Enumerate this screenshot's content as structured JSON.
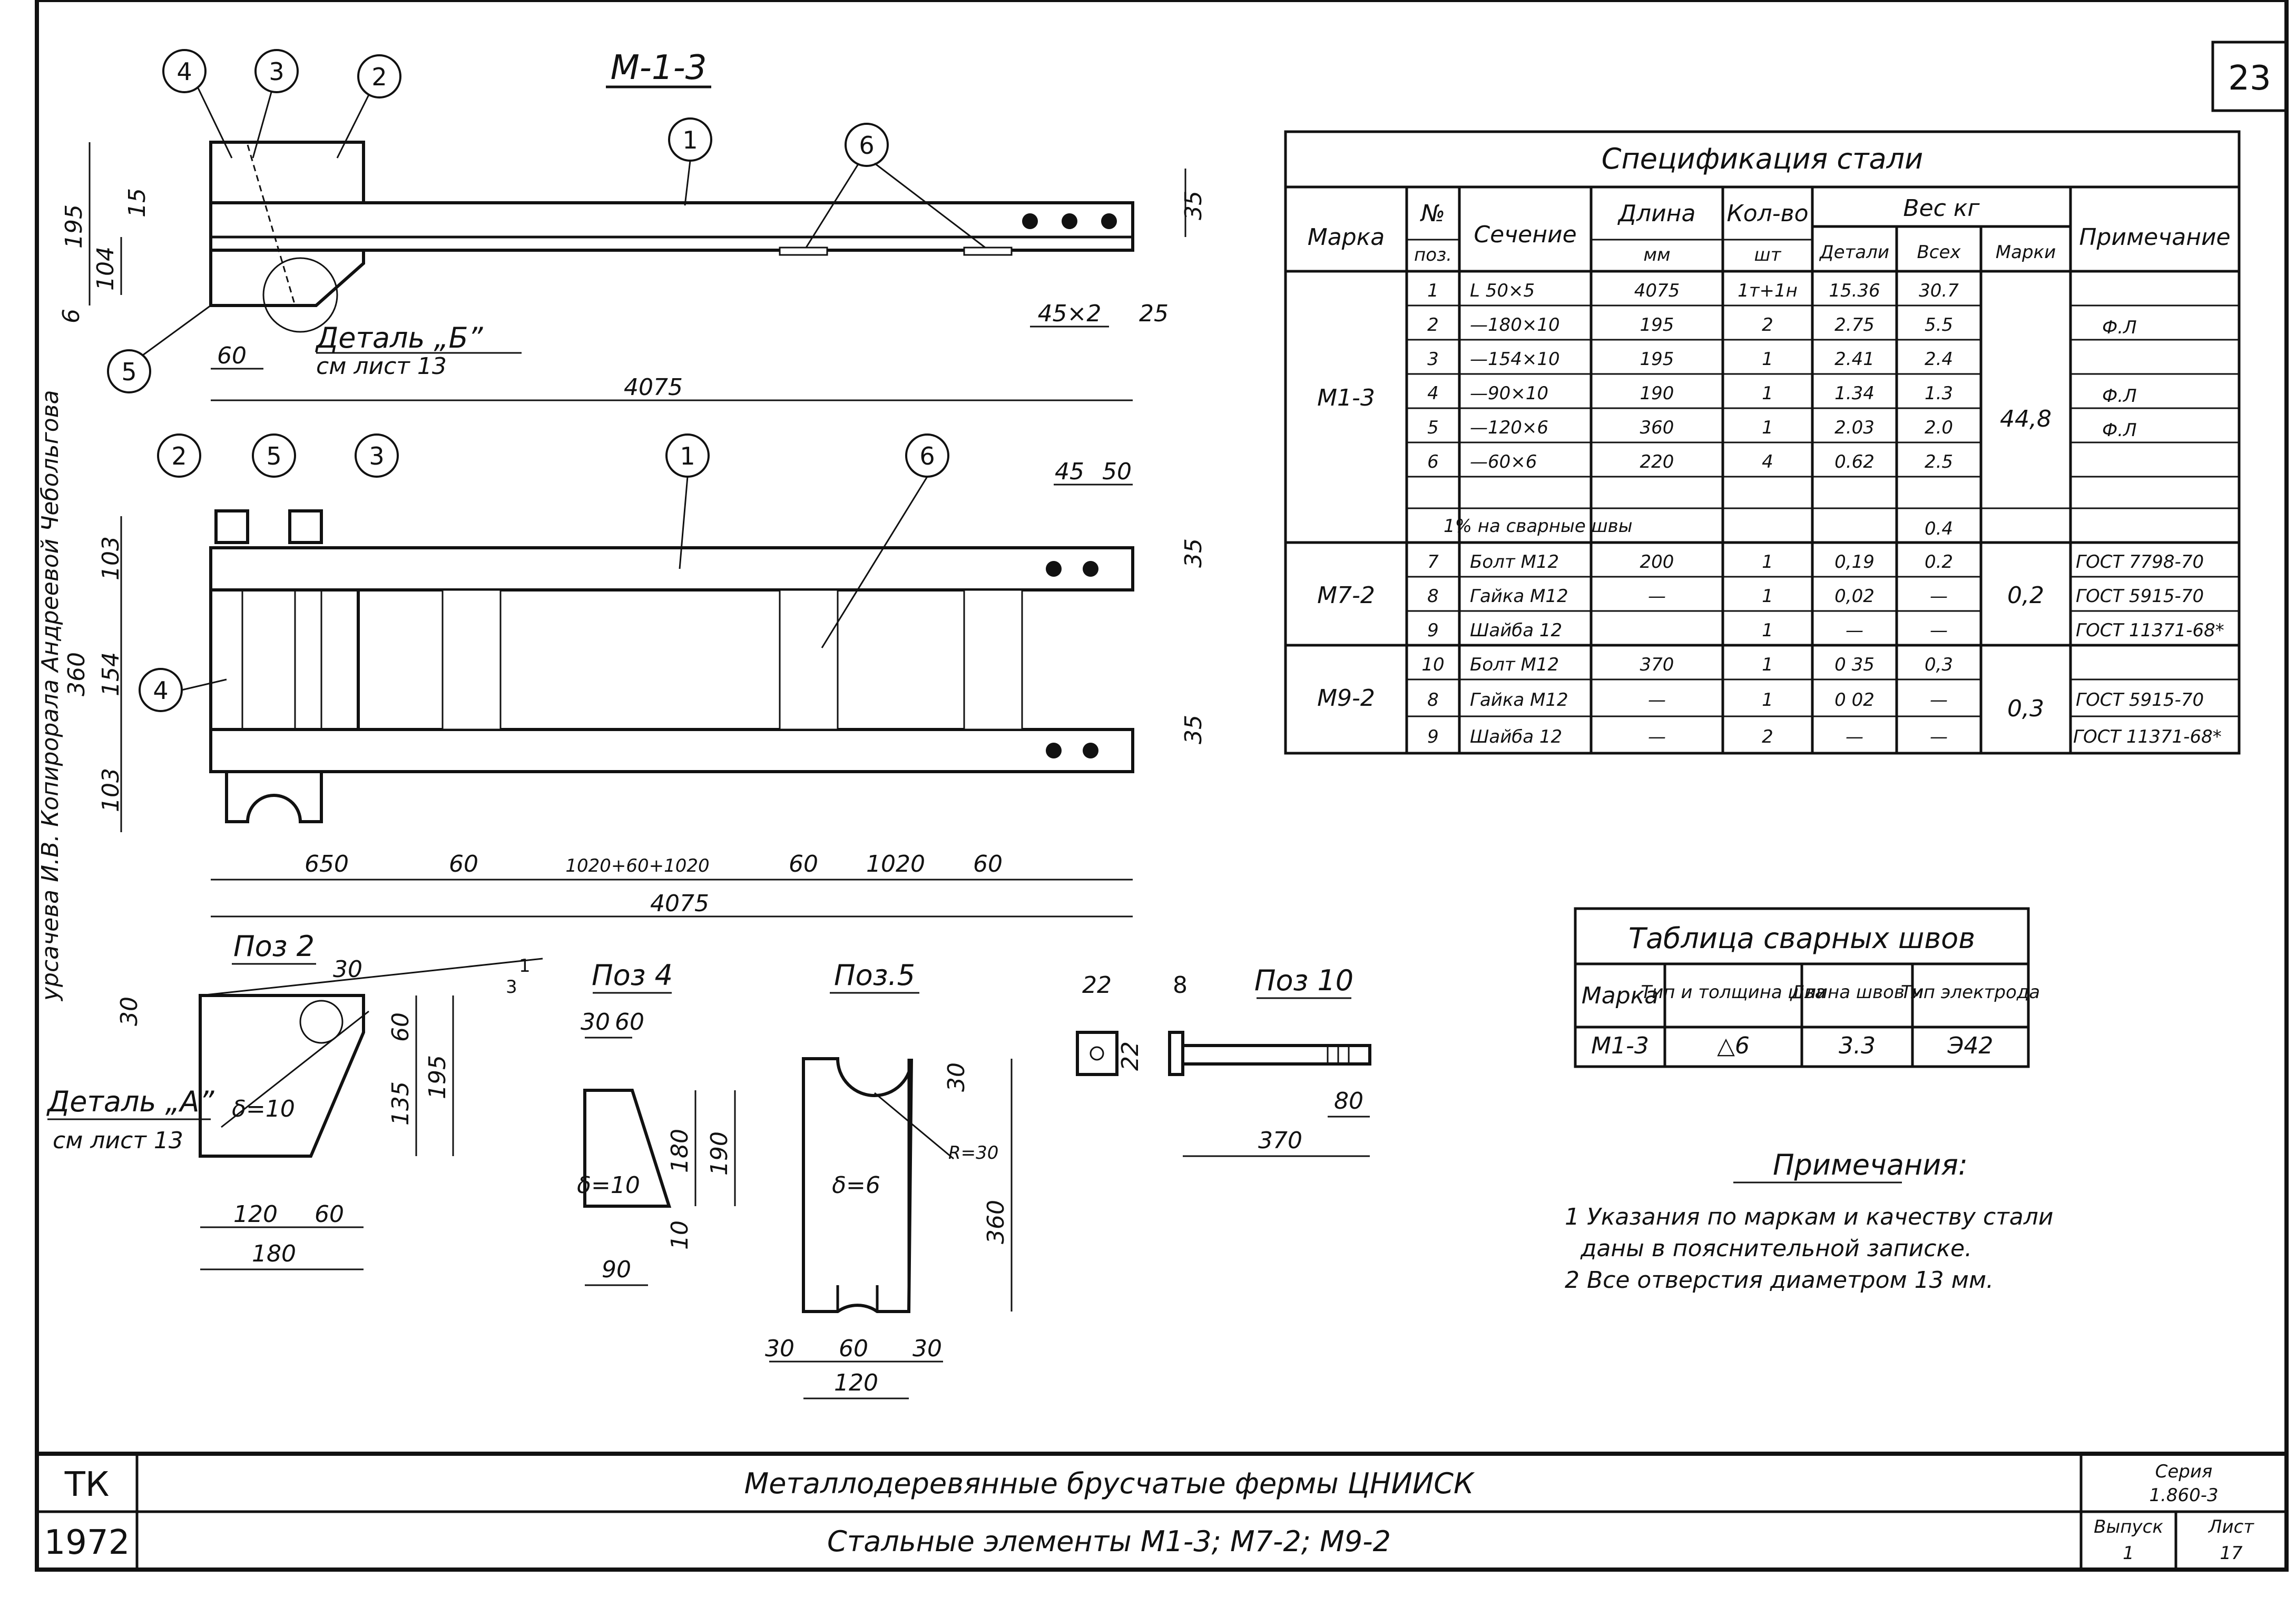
{
  "sheet_number": "23",
  "left_margin_text": "урсачева И.В. Копирорала  Андреевой  Чебольгова",
  "views": {
    "main_title": "М-1-3",
    "detail_b": "Деталь „Б”",
    "detail_b_ref": "см лист 13",
    "detail_a": "Деталь „А”",
    "detail_a_ref": "см лист 13",
    "poz2": "Поз 2",
    "poz4": "Поз 4",
    "poz5": "Поз.5",
    "poz10": "Поз 10"
  },
  "callouts": [
    "1",
    "2",
    "3",
    "4",
    "5",
    "6"
  ],
  "dims": {
    "top_195": "195",
    "top_15": "15",
    "top_104": "104",
    "top_6": "6",
    "top_60": "60",
    "top_4075": "4075",
    "top_35": "35",
    "top_45x2": "45×2",
    "top_25": "25",
    "plan_45": "45",
    "plan_50": "50",
    "plan_103a": "103",
    "plan_154": "154",
    "plan_103b": "103",
    "plan_360": "360",
    "plan_35a": "35",
    "plan_35b": "35",
    "plan_650": "650",
    "plan_60a": "60",
    "plan_1020mid": "1020+60+1020",
    "plan_60b": "60",
    "plan_1020": "1020",
    "plan_60c": "60",
    "plan_4075": "4075",
    "p2_30a": "30",
    "p2_30b": "30",
    "p2_slope_1": "1",
    "p2_slope_3": "3",
    "p2_60": "60",
    "p2_135": "135",
    "p2_195": "195",
    "p2_t": "δ=10",
    "p2_120": "120",
    "p2_60b": "60",
    "p2_180": "180",
    "p4_30": "30",
    "p4_60": "60",
    "p4_180": "180",
    "p4_190": "190",
    "p4_10": "10",
    "p4_t": "δ=10",
    "p4_90": "90",
    "p5_30": "30",
    "p5_r": "R=30",
    "p5_t": "δ=6",
    "p5_360": "360",
    "p5_30a": "30",
    "p5_60": "60",
    "p5_30b": "30",
    "p5_120": "120",
    "p10_22a": "22",
    "p10_22b": "22",
    "p10_8": "8",
    "p10_80": "80",
    "p10_370": "370"
  },
  "spec_table": {
    "title": "Спецификация стали",
    "headers": {
      "mark": "Марка",
      "pos_no": "№",
      "pos_sub": "поз.",
      "section": "Сечение",
      "length": "Длина",
      "length_unit": "мм",
      "qty": "Кол-во",
      "qty_unit": "шт",
      "weight": "Вес кг",
      "w_detail": "Детали",
      "w_all": "Всех",
      "w_mark": "Марки",
      "note": "Примечание"
    },
    "groups": [
      {
        "mark": "М1-3",
        "mark_weight": "44,8",
        "rows": [
          {
            "pos": "1",
            "section": "L 50×5",
            "length": "4075",
            "qty": "1т+1н",
            "w_detail": "15.36",
            "w_all": "30.7",
            "note": ""
          },
          {
            "pos": "2",
            "section": "—180×10",
            "length": "195",
            "qty": "2",
            "w_detail": "2.75",
            "w_all": "5.5",
            "note": "Ф.Л"
          },
          {
            "pos": "3",
            "section": "—154×10",
            "length": "195",
            "qty": "1",
            "w_detail": "2.41",
            "w_all": "2.4",
            "note": ""
          },
          {
            "pos": "4",
            "section": "—90×10",
            "length": "190",
            "qty": "1",
            "w_detail": "1.34",
            "w_all": "1.3",
            "note": "Ф.Л"
          },
          {
            "pos": "5",
            "section": "—120×6",
            "length": "360",
            "qty": "1",
            "w_detail": "2.03",
            "w_all": "2.0",
            "note": "Ф.Л"
          },
          {
            "pos": "6",
            "section": "—60×6",
            "length": "220",
            "qty": "4",
            "w_detail": "0.62",
            "w_all": "2.5",
            "note": ""
          },
          {
            "pos": "",
            "section": "",
            "length": "",
            "qty": "",
            "w_detail": "",
            "w_all": "",
            "note": ""
          }
        ],
        "welds_label": "1% на сварные швы",
        "welds_weight": "0.4"
      },
      {
        "mark": "М7-2",
        "mark_weight": "0,2",
        "rows": [
          {
            "pos": "7",
            "section": "Болт М12",
            "length": "200",
            "qty": "1",
            "w_detail": "0,19",
            "w_all": "0.2",
            "note": "ГОСТ 7798-70"
          },
          {
            "pos": "8",
            "section": "Гайка М12",
            "length": "—",
            "qty": "1",
            "w_detail": "0,02",
            "w_all": "—",
            "note": "ГОСТ 5915-70"
          },
          {
            "pos": "9",
            "section": "Шайба 12",
            "length": "",
            "qty": "1",
            "w_detail": "—",
            "w_all": "—",
            "note": "ГОСТ 11371-68*"
          }
        ]
      },
      {
        "mark": "М9-2",
        "mark_weight": "0,3",
        "rows": [
          {
            "pos": "10",
            "section": "Болт М12",
            "length": "370",
            "qty": "1",
            "w_detail": "0 35",
            "w_all": "0,3",
            "note": ""
          },
          {
            "pos": "8",
            "section": "Гайка М12",
            "length": "—",
            "qty": "1",
            "w_detail": "0 02",
            "w_all": "—",
            "note": "ГОСТ 5915-70"
          },
          {
            "pos": "9",
            "section": "Шайба 12",
            "length": "—",
            "qty": "2",
            "w_detail": "—",
            "w_all": "—",
            "note": "ГОСТ 11371-68*"
          }
        ]
      }
    ]
  },
  "weld_table": {
    "title": "Таблица сварных швов",
    "headers": [
      "Марка",
      "Тип и толщина шва",
      "Длина швов м",
      "Тип электрода"
    ],
    "row": [
      "М1-3",
      "△6",
      "3.3",
      "Э42"
    ]
  },
  "notes": {
    "title": "Примечания:",
    "items": [
      "1 Указания по маркам и качеству стали",
      "даны в пояснительной записке.",
      "2 Все отверстия диаметром 13 мм."
    ]
  },
  "title_block": {
    "code": "ТК",
    "year": "1972",
    "title": "Металлодеревянные брусчатые фермы ЦНИИСК",
    "subtitle": "Стальные элементы М1-3; М7-2; М9-2",
    "series_label": "Серия",
    "series_value": "1.860-3",
    "issue_label": "Выпуск",
    "issue_value": "1",
    "sheet_label": "Лист",
    "sheet_value": "17"
  }
}
